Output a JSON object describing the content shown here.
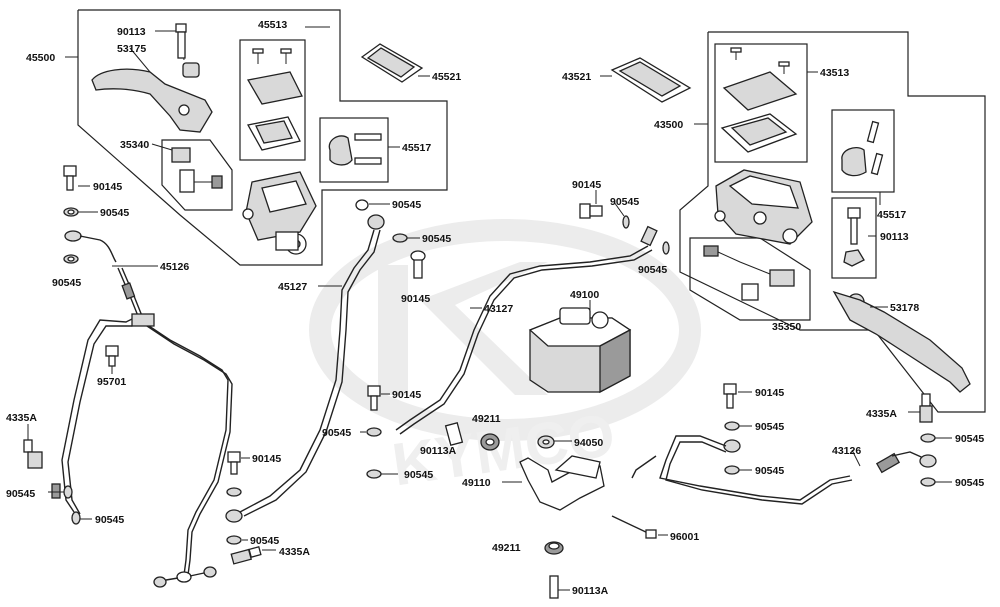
{
  "diagram": {
    "watermark_text": "KYMCO",
    "labels": {
      "l_45500": "45500",
      "l_90113_a": "90113",
      "l_53175": "53175",
      "l_45513": "45513",
      "l_45521": "45521",
      "l_45517_a": "45517",
      "l_35340": "35340",
      "l_90145_a": "90145",
      "l_90545_a": "90545",
      "l_90545_b": "90545",
      "l_45126": "45126",
      "l_95701": "95701",
      "l_4335A_a": "4335A",
      "l_90545_c": "90545",
      "l_90545_d": "90545",
      "l_45127": "45127",
      "l_90545_e": "90545",
      "l_90545_f": "90545",
      "l_90145_b": "90145",
      "l_90145_c": "90145",
      "l_90545_g": "90545",
      "l_90545_h": "90545",
      "l_90145_d": "90145",
      "l_90545_i": "90545",
      "l_4335A_b": "4335A",
      "l_90145_e": "90145",
      "l_90545_j": "90545",
      "l_43127": "43127",
      "l_90545_k": "90545",
      "l_49100": "49100",
      "l_49211_a": "49211",
      "l_90113A_a": "90113A",
      "l_94050": "94050",
      "l_49110": "49110",
      "l_49211_b": "49211",
      "l_90113A_b": "90113A",
      "l_96001": "96001",
      "l_43521": "43521",
      "l_43513": "43513",
      "l_43500": "43500",
      "l_45517_b": "45517",
      "l_90113_b": "90113",
      "l_35350": "35350",
      "l_53178": "53178",
      "l_90145_f": "90145",
      "l_90545_l": "90545",
      "l_90545_m": "90545",
      "l_43126": "43126",
      "l_4335A_c": "4335A",
      "l_90545_n": "90545",
      "l_90545_o": "90545"
    }
  }
}
